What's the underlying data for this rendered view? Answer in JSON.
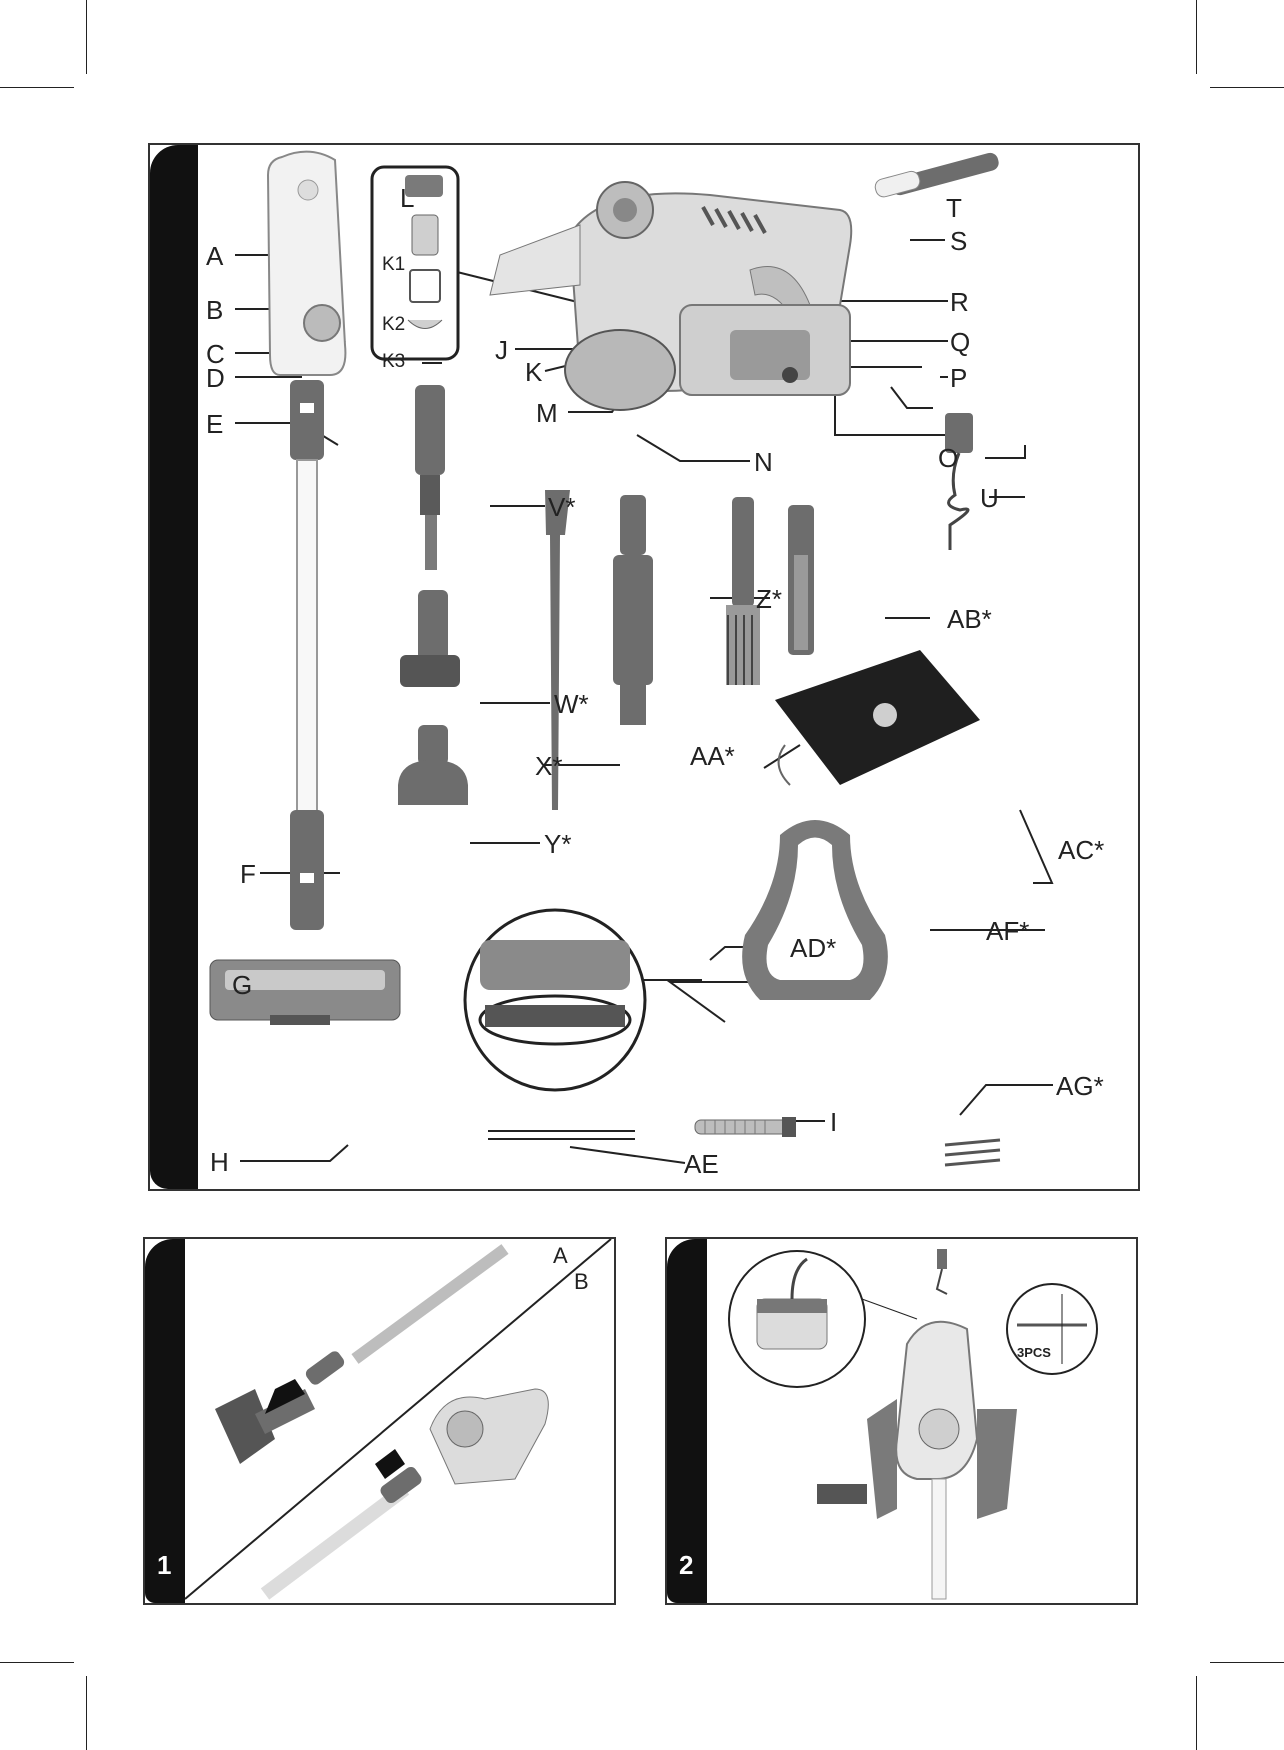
{
  "main_labels": {
    "A": "A",
    "B": "B",
    "C": "C",
    "D": "D",
    "E": "E",
    "F": "F",
    "G": "G",
    "H": "H",
    "I": "I",
    "J": "J",
    "K": "K",
    "K1": "K1",
    "K2": "K2",
    "K3": "K3",
    "L": "L",
    "M": "M",
    "N": "N",
    "O": "O",
    "P": "P",
    "Q": "Q",
    "R": "R",
    "S": "S",
    "T": "T",
    "U": "U",
    "V": "V*",
    "W": "W*",
    "X": "X*",
    "Y": "Y*",
    "Z": "Z*",
    "AA": "AA*",
    "AB": "AB*",
    "AC": "AC*",
    "AD": "AD*",
    "AE": "AE",
    "AF": "AF*",
    "AG": "AG*"
  },
  "step1": {
    "number": "1",
    "label_a": "A",
    "label_b": "B"
  },
  "step2": {
    "number": "2",
    "screws_label": "3PCS"
  },
  "colors": {
    "dark_grey": "#6d6d6d",
    "mid_grey": "#9a9a9a",
    "light_grey": "#d8d8d8",
    "black_tab": "#111111"
  }
}
